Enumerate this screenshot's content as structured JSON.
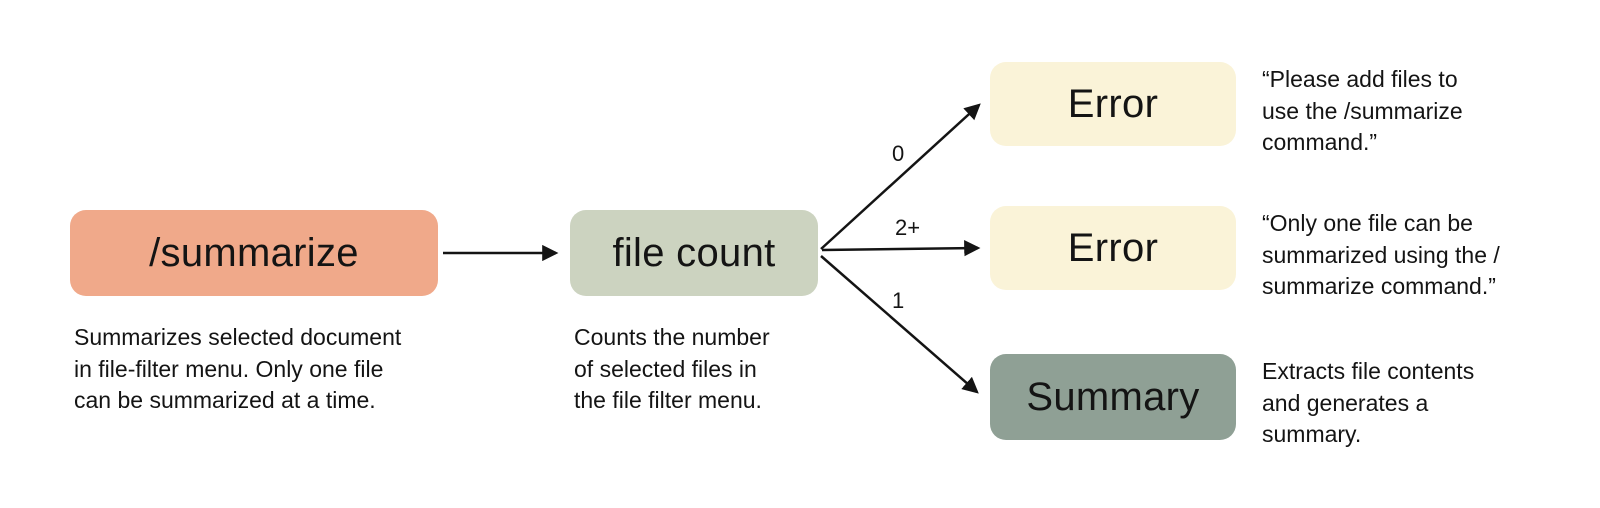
{
  "colors": {
    "bg": "#ffffff",
    "ink": "#141414",
    "summarize-bg": "#f0a98a",
    "filecount-bg": "#ccd3c0",
    "error-bg": "#faf3d8",
    "summary-bg": "#8fa095"
  },
  "nodes": {
    "summarize": {
      "label": "/summarize",
      "caption": "Summarizes selected document\nin file-filter menu. Only one file\ncan be summarized at a time."
    },
    "file_count": {
      "label": "file count",
      "caption": "Counts the number\nof selected files in\nthe file filter menu."
    },
    "error_zero": {
      "label": "Error",
      "note": "“Please add files to\nuse the /summarize\ncommand.”"
    },
    "error_two_plus": {
      "label": "Error",
      "note": "“Only one file can be\nsummarized using the /\nsummarize command.”"
    },
    "summary": {
      "label": "Summary",
      "note": "Extracts file contents\nand generates a\nsummary."
    }
  },
  "edges": {
    "zero": {
      "label": "0"
    },
    "two_plus": {
      "label": "2+"
    },
    "one": {
      "label": "1"
    }
  }
}
